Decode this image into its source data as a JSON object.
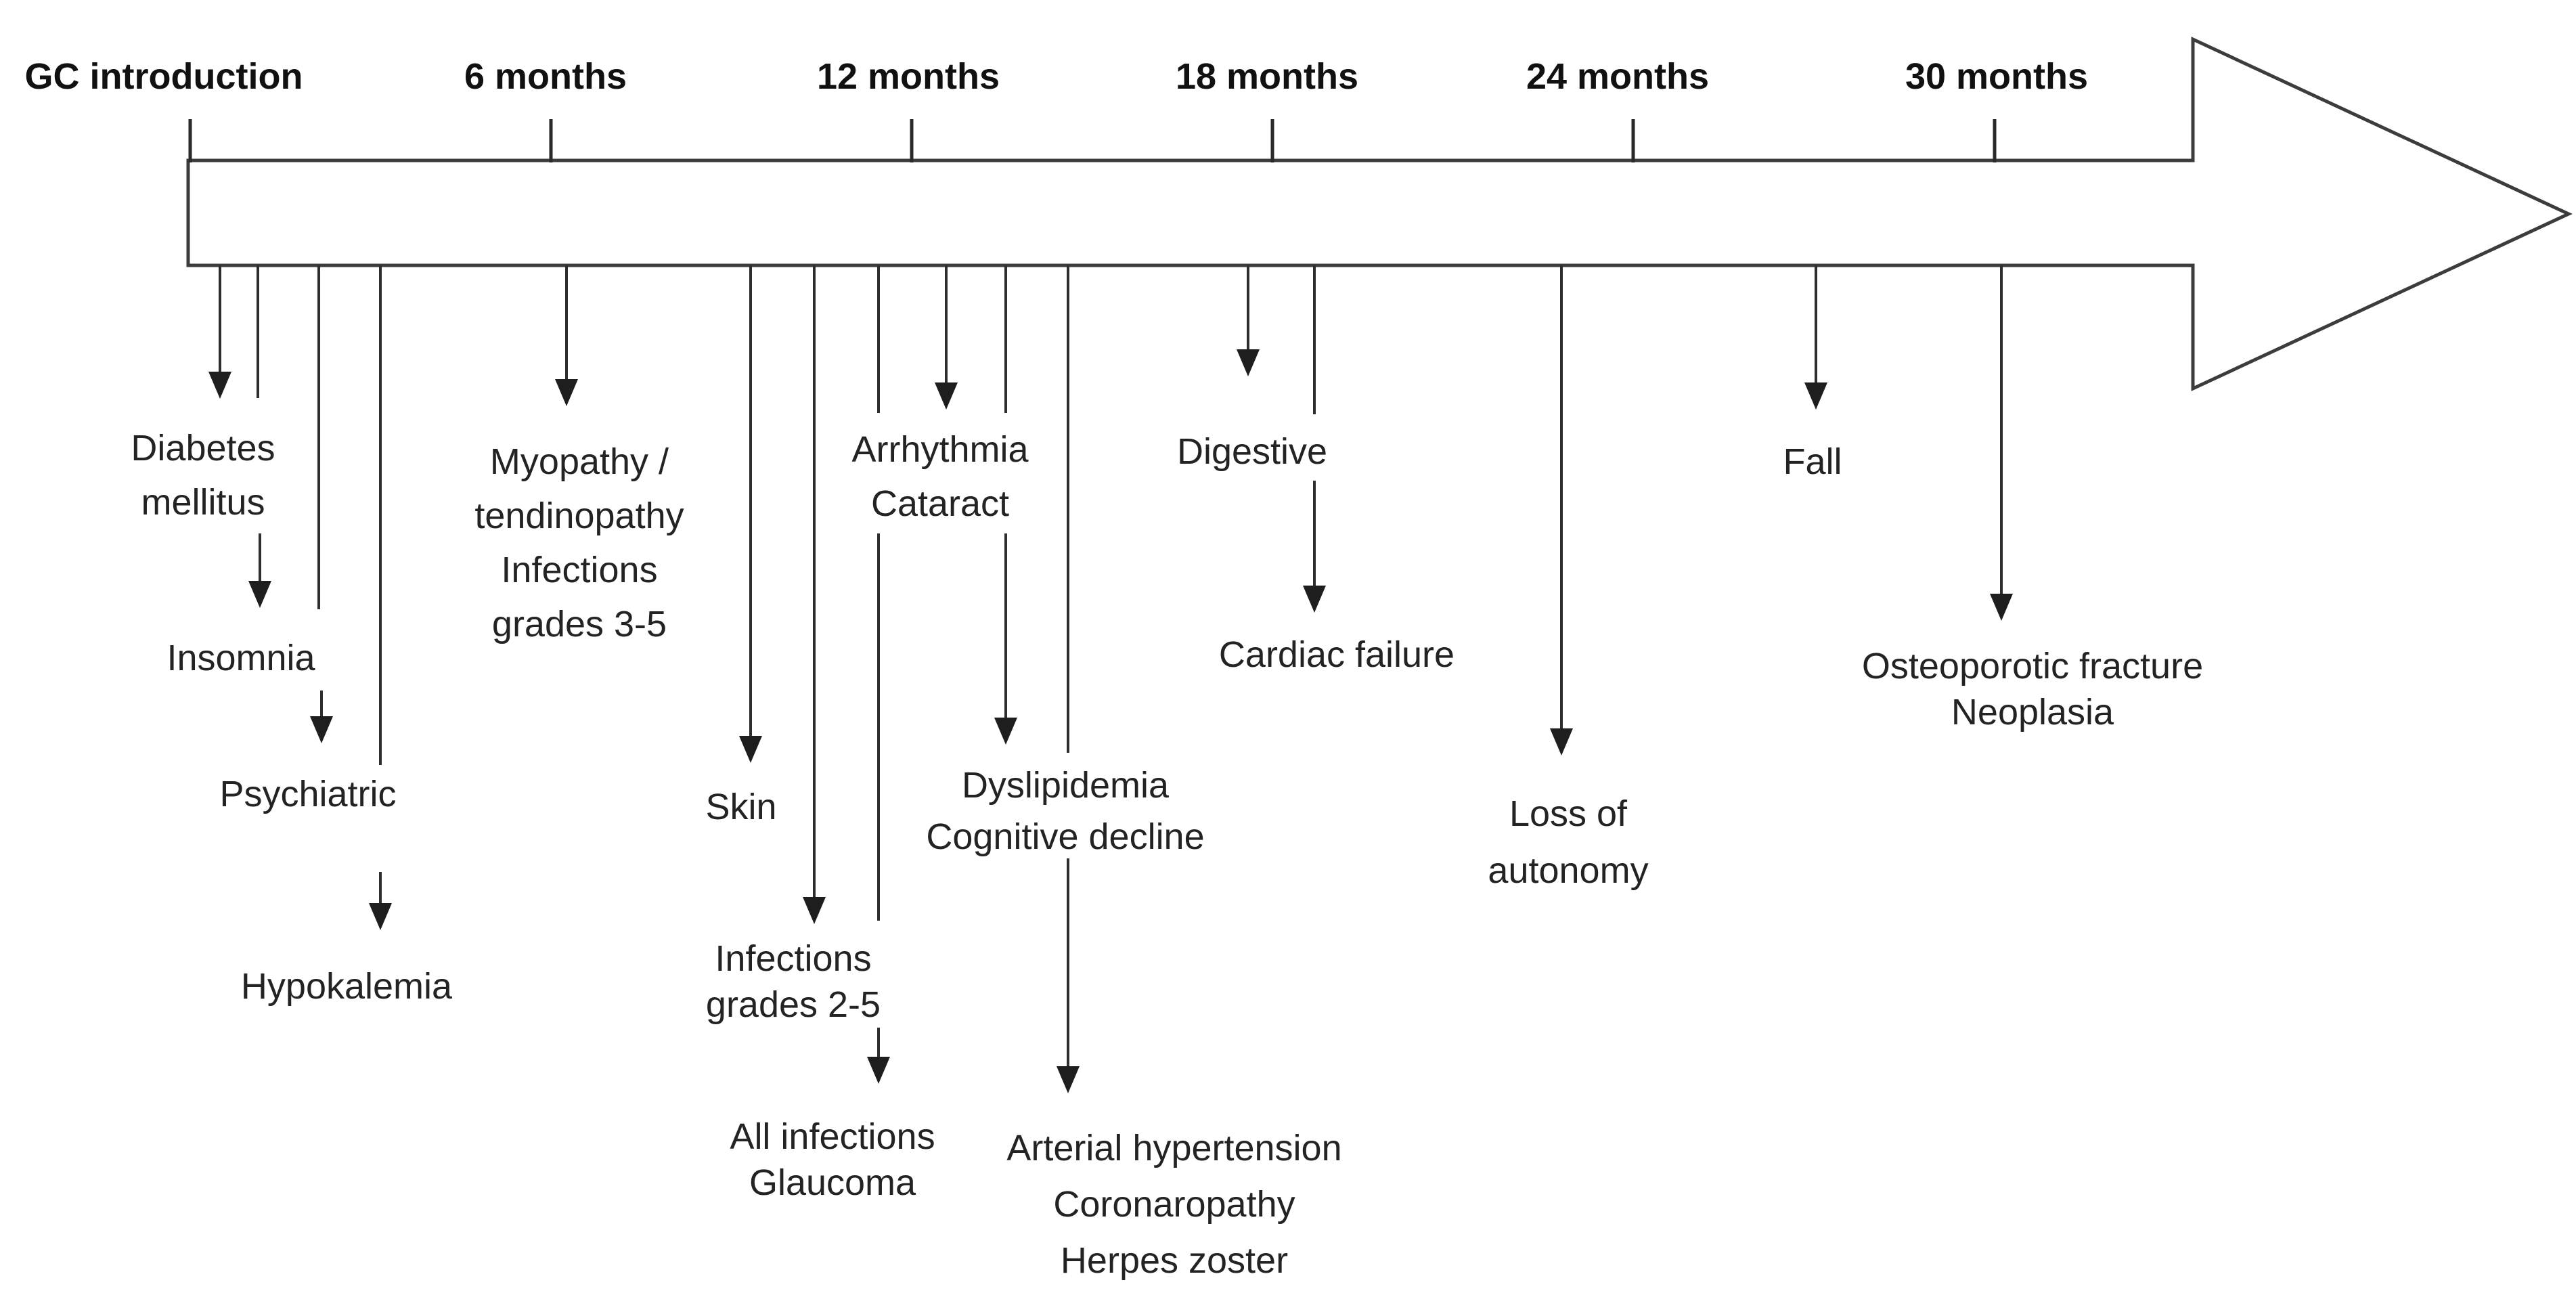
{
  "figure": {
    "kind": "timeline-diagram",
    "description": "Chronology of adverse events after glucocorticoid introduction",
    "background_color": "#ffffff",
    "ink_color": "#232323",
    "shape_stroke_color": "#3c3c3c"
  },
  "timeline": {
    "axis_icon": "block-arrow-right-icon",
    "milestones": [
      {
        "label": "GC introduction"
      },
      {
        "label": "6 months"
      },
      {
        "label": "12 months"
      },
      {
        "label": "18 months"
      },
      {
        "label": "24 months"
      },
      {
        "label": "30 months"
      }
    ]
  },
  "events": [
    {
      "label": "Diabetes\nmellitus"
    },
    {
      "label": "Insomnia"
    },
    {
      "label": "Psychiatric"
    },
    {
      "label": "Hypokalemia"
    },
    {
      "label": "Myopathy /\ntendinopathy\nInfections\ngrades 3-5"
    },
    {
      "label": "Skin"
    },
    {
      "label": "Infections\ngrades 2-5"
    },
    {
      "label": "All infections\nGlaucoma"
    },
    {
      "label": "Arrhythmia\nCataract"
    },
    {
      "label": "Dyslipidemia\nCognitive decline"
    },
    {
      "label": "Arterial hypertension\nCoronaropathy\nHerpes zoster"
    },
    {
      "label": "Digestive"
    },
    {
      "label": "Cardiac failure"
    },
    {
      "label": "Loss of\nautonomy"
    },
    {
      "label": "Fall"
    },
    {
      "label": "Osteoporotic fracture\nNeoplasia"
    }
  ]
}
